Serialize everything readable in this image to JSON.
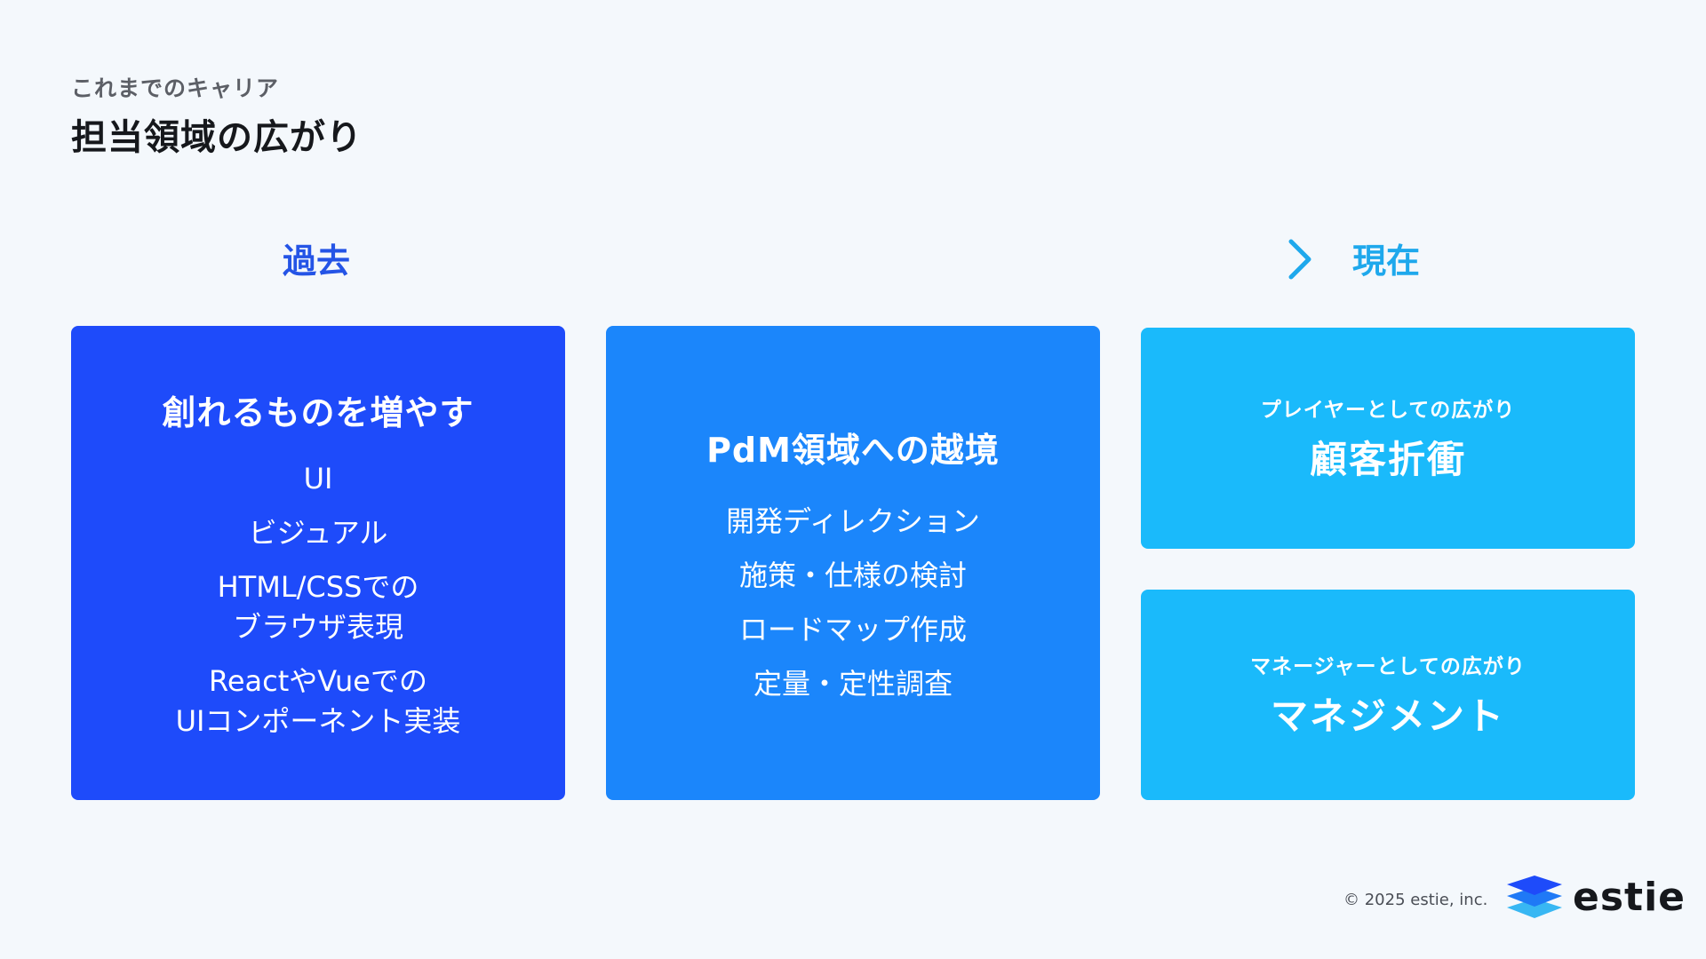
{
  "header": {
    "subtitle": "これまでのキャリア",
    "title": "担当領域の広がり"
  },
  "timeline": {
    "past": "過去",
    "now": "現在",
    "colors": {
      "start": "#2454e6",
      "end": "#1ea8ec"
    }
  },
  "cards": {
    "left": {
      "heading": "創れるものを増やす",
      "items": [
        "UI",
        "ビジュアル",
        "HTML/CSSでの\nブラウザ表現",
        "ReactやVueでの\nUIコンポーネント実装"
      ],
      "color": "#1e4bfa"
    },
    "middle": {
      "heading": "PdM領域への越境",
      "items": [
        "開発ディレクション",
        "施策・仕様の検討",
        "ロードマップ作成",
        "定量・定性調査"
      ],
      "color": "#1b86fb"
    },
    "top_right": {
      "small": "プレイヤーとしての広がり",
      "big": "顧客折衝",
      "color": "#1abafb"
    },
    "bottom_right": {
      "small": "マネージャーとしての広がり",
      "big": "マネジメント",
      "color": "#1abafb"
    }
  },
  "footer": {
    "copyright": "© 2025 estie, inc.",
    "logo_text": "estie",
    "logo_icon": "stacked-layers-logo-icon"
  }
}
